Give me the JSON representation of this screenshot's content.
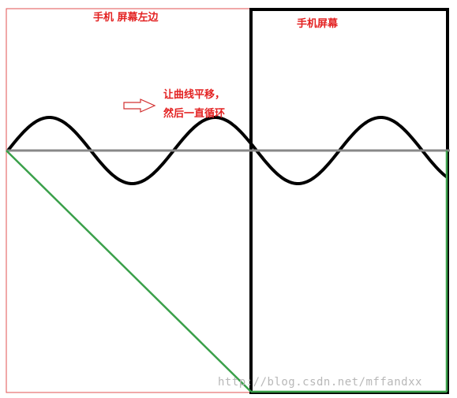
{
  "labels": {
    "left_region": "手机 屏幕左边",
    "right_region": "手机屏幕",
    "instruction_line1": "让曲线平移，",
    "instruction_line2": "然后一直循环"
  },
  "watermark": "http://blog.csdn.net/mffandxx",
  "colors": {
    "label_red": "#e32222",
    "left_border": "#e05050",
    "screen_border": "#000000",
    "wave": "#000000",
    "baseline": "#888888",
    "green_lines": "#3aa04a",
    "arrow": "#d23030"
  }
}
